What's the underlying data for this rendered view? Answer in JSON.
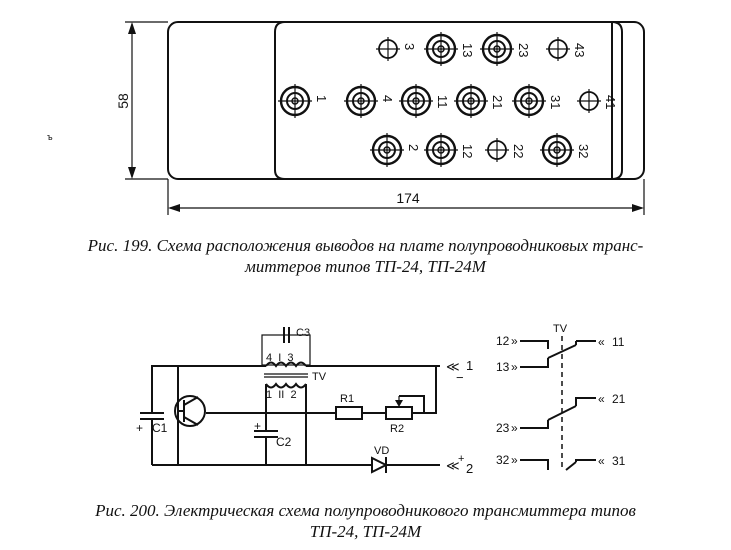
{
  "fig199": {
    "caption_line1": "Рис. 199. Схема расположения выводов на плате полупроводниковых транс-",
    "caption_line2": "миттеров типов ТП-24, ТП-24М",
    "dim_height": "58",
    "dim_width": "174",
    "terminals": {
      "t1": "1",
      "t2": "2",
      "t3": "3",
      "t4": "4",
      "t11": "11",
      "t12": "12",
      "t13": "13",
      "t21": "21",
      "t22": "22",
      "t23": "23",
      "t31": "31",
      "t32": "32",
      "t41": "41",
      "t43": "43"
    }
  },
  "fig200": {
    "caption_line1": "Рис. 200. Электрическая схема полупроводникового трансмиттера типов",
    "caption_line2": "ТП-24, ТП-24М",
    "labels": {
      "c3": "С3",
      "tv": "TV",
      "tv_top_pins": "4  I  3",
      "tv_bottom_pins": "1  II  2",
      "r1": "R1",
      "r2": "R2",
      "c1": "С1",
      "c2": "С2",
      "vd": "VD",
      "out1": "1",
      "out2": "2",
      "plus": "+",
      "minus": "−"
    },
    "contacts": {
      "tv": "TV",
      "k12": "12",
      "k13": "13",
      "k11": "11",
      "k23": "23",
      "k21": "21",
      "k32": "32",
      "k31": "31"
    }
  }
}
